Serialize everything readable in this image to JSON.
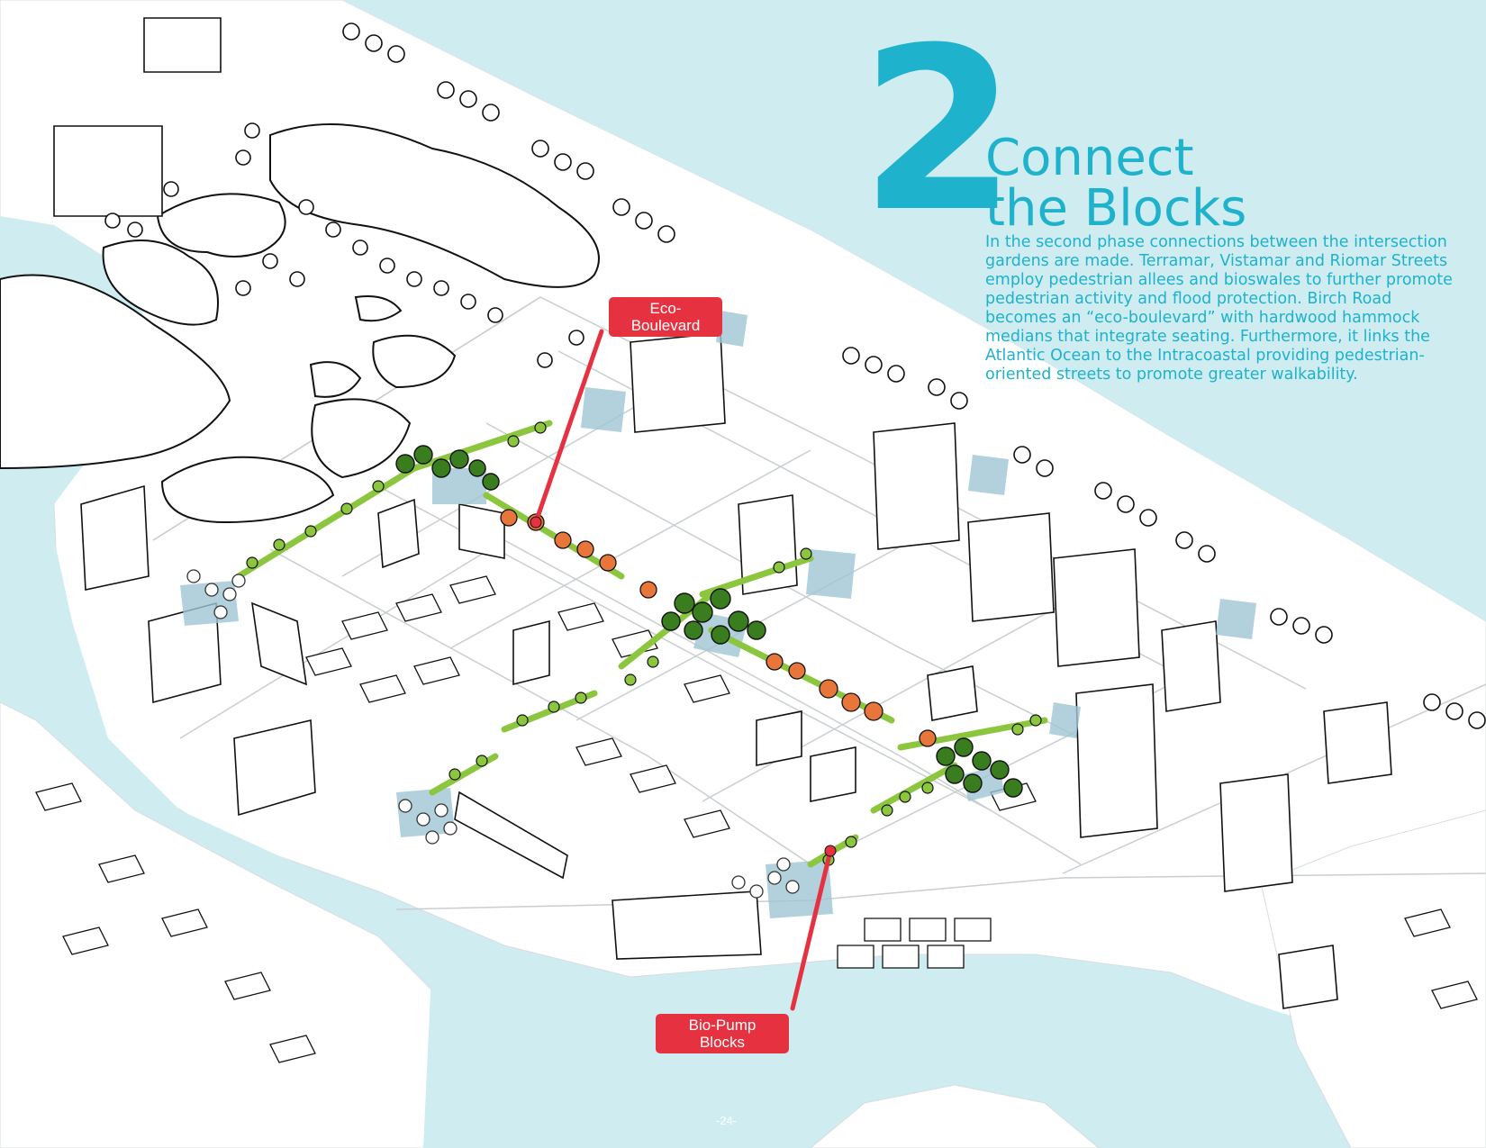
{
  "heading": {
    "number": "2",
    "title_line1": "Connect",
    "title_line2": "the Blocks",
    "body": "In the second phase connections between the intersection gardens are made. Terramar, Vistamar and Riomar Streets employ pedestrian allees and bioswales to further promote pedestrian activity and flood protection. Birch Road becomes an “eco-boulevard” with hardwood hammock medians that integrate seating. Furthermore, it links the Atlantic Ocean to the Intracoastal providing pedestrian-oriented streets to promote greater walkability."
  },
  "callouts": {
    "eco": {
      "line1": "Eco-",
      "line2": "Boulevard"
    },
    "biopump": {
      "line1": "Bio-Pump",
      "line2": "Blocks"
    }
  },
  "page_number": "-24-",
  "colors": {
    "water": "#cfecf1",
    "land": "#ffffff",
    "accent": "#1fb2cc",
    "callout": "#e63240",
    "allee": "#8cc63f",
    "tree_green": "#3a7d1e",
    "tree_orange": "#e8763a",
    "bioswale": "#9fc6d3"
  }
}
